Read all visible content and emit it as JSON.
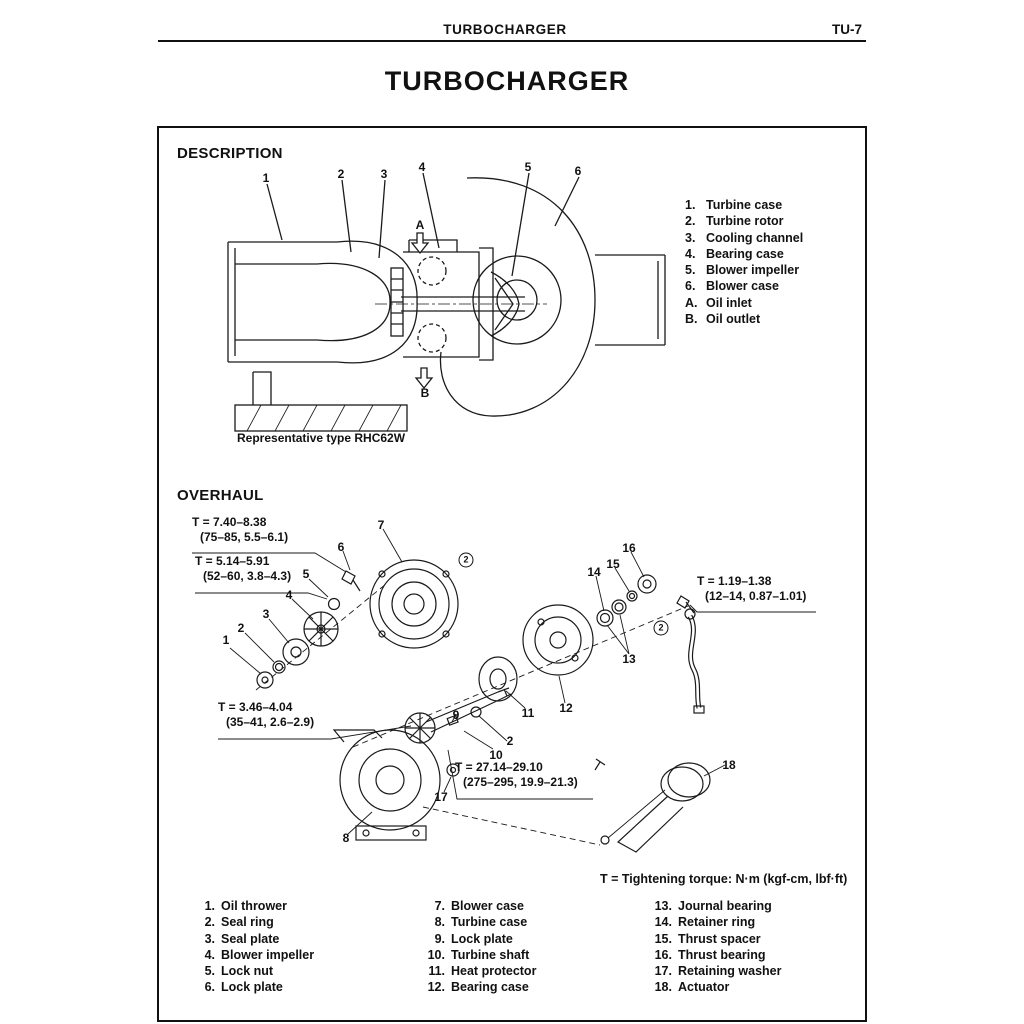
{
  "header": {
    "doc_title": "TURBOCHARGER",
    "page_number": "TU-7"
  },
  "title": "TURBOCHARGER",
  "description": {
    "heading": "DESCRIPTION",
    "caption": "Representative type RHC62W",
    "callouts": {
      "c1": "1",
      "c2": "2",
      "c3": "3",
      "c4": "4",
      "c5": "5",
      "c6": "6",
      "a": "A",
      "b": "B"
    },
    "legend": [
      {
        "num": "1.",
        "label": "Turbine case"
      },
      {
        "num": "2.",
        "label": "Turbine rotor"
      },
      {
        "num": "3.",
        "label": "Cooling channel"
      },
      {
        "num": "4.",
        "label": "Bearing case"
      },
      {
        "num": "5.",
        "label": "Blower impeller"
      },
      {
        "num": "6.",
        "label": "Blower case"
      },
      {
        "num": "A.",
        "label": "Oil inlet"
      },
      {
        "num": "B.",
        "label": "Oil outlet"
      }
    ]
  },
  "overhaul": {
    "heading": "OVERHAUL",
    "torques": [
      {
        "value": "T = 7.40–8.38",
        "alt": "(75–85, 5.5–6.1)"
      },
      {
        "value": "T = 5.14–5.91",
        "alt": "(52–60, 3.8–4.3)"
      },
      {
        "value": "T = 3.46–4.04",
        "alt": "(35–41, 2.6–2.9)"
      },
      {
        "value": "T = 1.19–1.38",
        "alt": "(12–14, 0.87–1.01)"
      },
      {
        "value": "T = 27.14–29.10",
        "alt": "(275–295, 19.9–21.3)"
      }
    ],
    "torque_note": "T = Tightening torque: N·m (kgf-cm, lbf·ft)",
    "callouts": {
      "n1": "1",
      "n2": "2",
      "n3": "3",
      "n4": "4",
      "n5": "5",
      "n6": "6",
      "n7": "7",
      "n8": "8",
      "n9": "9",
      "n10": "10",
      "n2b": "2",
      "n11": "11",
      "n12": "12",
      "n13": "13",
      "n14": "14",
      "n15": "15",
      "n16": "16",
      "n17": "17",
      "n18": "18",
      "circled_a": "2",
      "circled_b": "2"
    },
    "parts": [
      {
        "num": "1.",
        "label": "Oil thrower"
      },
      {
        "num": "2.",
        "label": "Seal ring"
      },
      {
        "num": "3.",
        "label": "Seal plate"
      },
      {
        "num": "4.",
        "label": "Blower impeller"
      },
      {
        "num": "5.",
        "label": "Lock nut"
      },
      {
        "num": "6.",
        "label": "Lock plate"
      },
      {
        "num": "7.",
        "label": "Blower case"
      },
      {
        "num": "8.",
        "label": "Turbine case"
      },
      {
        "num": "9.",
        "label": "Lock plate"
      },
      {
        "num": "10.",
        "label": "Turbine shaft"
      },
      {
        "num": "11.",
        "label": "Heat protector"
      },
      {
        "num": "12.",
        "label": "Bearing case"
      },
      {
        "num": "13.",
        "label": "Journal bearing"
      },
      {
        "num": "14.",
        "label": "Retainer ring"
      },
      {
        "num": "15.",
        "label": "Thrust spacer"
      },
      {
        "num": "16.",
        "label": "Thrust bearing"
      },
      {
        "num": "17.",
        "label": "Retaining washer"
      },
      {
        "num": "18.",
        "label": "Actuator"
      }
    ]
  }
}
